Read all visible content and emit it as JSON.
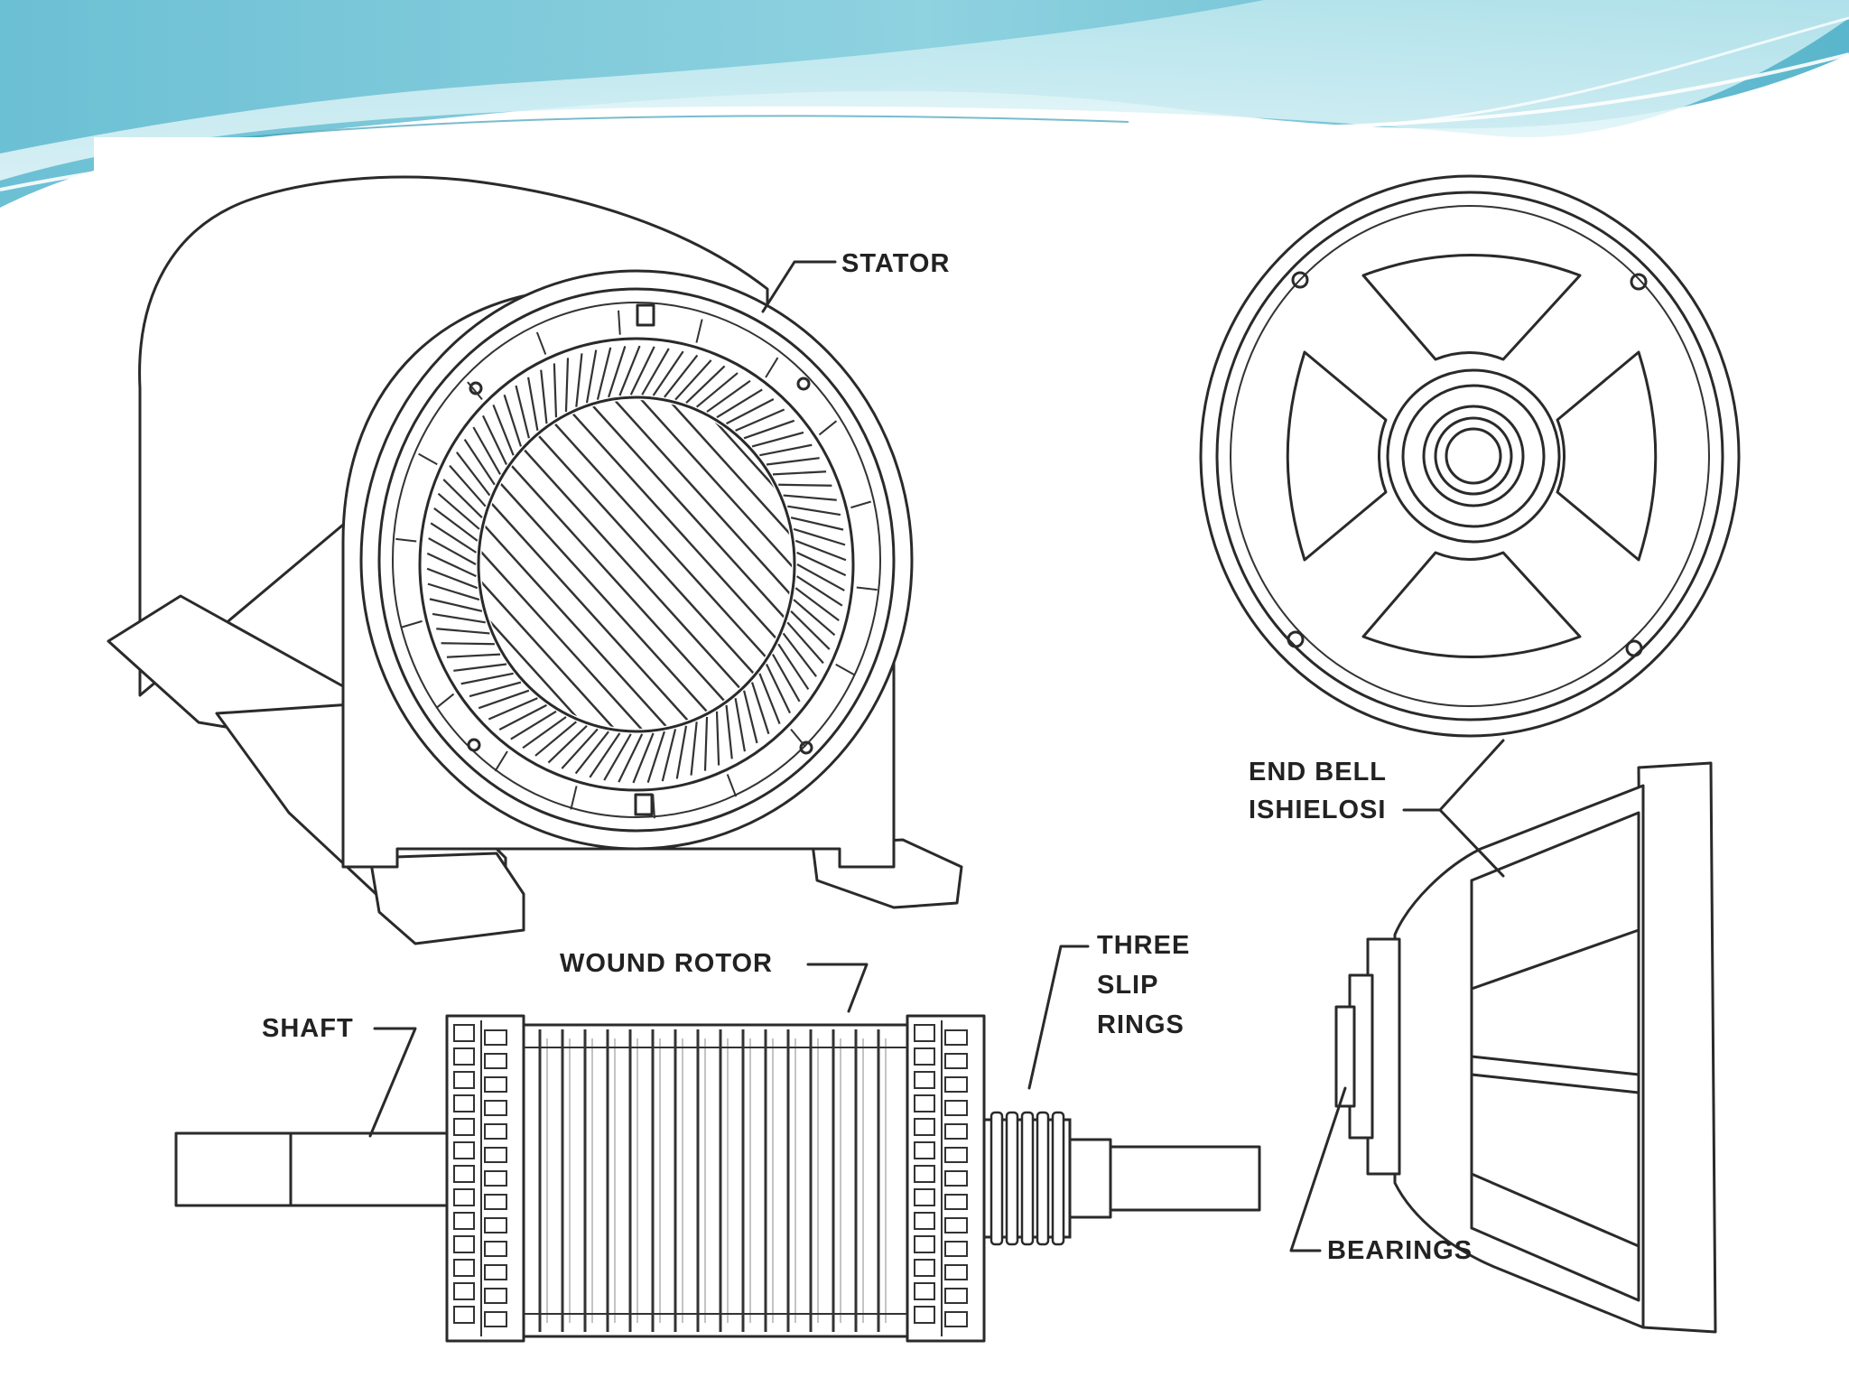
{
  "labels": {
    "stator": "STATOR",
    "end_bell_line1": "END BELL",
    "end_bell_line2": "ISHIELOSI",
    "wound_rotor": "WOUND ROTOR",
    "shaft": "SHAFT",
    "slip_line1": "THREE",
    "slip_line2": "SLIP",
    "slip_line3": "RINGS",
    "bearings": "BEARINGS"
  },
  "theme": {
    "wave_dark": "#5fb8d0",
    "wave_light": "#a8dde8",
    "wave_highlight": "#d6f1f5"
  }
}
